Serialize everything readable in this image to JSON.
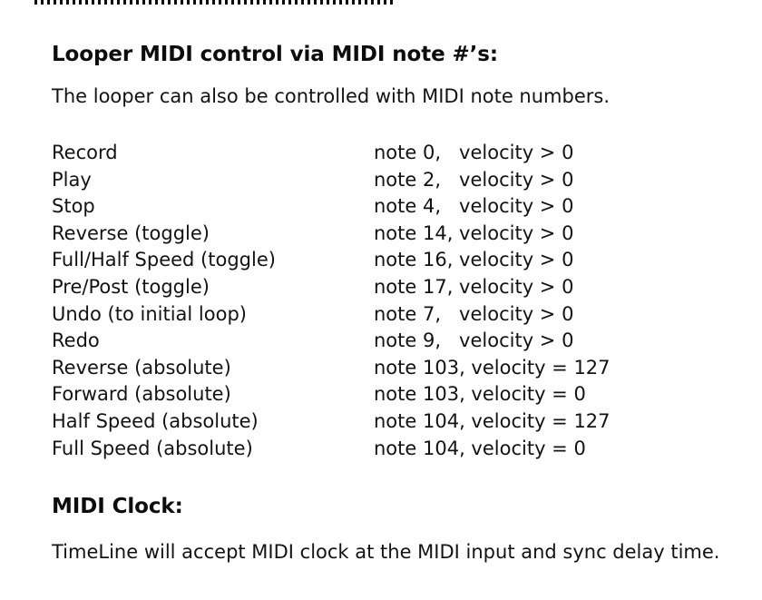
{
  "page": {
    "divider": "dotted-rule",
    "text_color": "#131313",
    "background_color": "#ffffff"
  },
  "looper_section": {
    "heading": "Looper MIDI control via MIDI note #’s:",
    "intro": "The looper can also be controlled with MIDI note numbers.",
    "rows": [
      {
        "action": "Record",
        "note": "note 0,   velocity > 0"
      },
      {
        "action": "Play",
        "note": "note 2,   velocity > 0"
      },
      {
        "action": "Stop",
        "note": "note 4,   velocity > 0"
      },
      {
        "action": "Reverse (toggle)",
        "note": "note 14, velocity > 0"
      },
      {
        "action": "Full/Half Speed (toggle)",
        "note": "note 16, velocity > 0"
      },
      {
        "action": "Pre/Post (toggle)",
        "note": "note 17, velocity > 0"
      },
      {
        "action": "Undo (to initial loop)",
        "note": "note 7,   velocity > 0"
      },
      {
        "action": "Redo",
        "note": "note 9,   velocity > 0"
      },
      {
        "action": "Reverse (absolute)",
        "note": "note 103, velocity = 127"
      },
      {
        "action": "Forward (absolute)",
        "note": "note 103, velocity = 0"
      },
      {
        "action": "Half Speed (absolute)",
        "note": "note 104, velocity = 127"
      },
      {
        "action": "Full Speed (absolute)",
        "note": "note 104, velocity = 0"
      }
    ]
  },
  "clock_section": {
    "heading": "MIDI Clock:",
    "body": "TimeLine will accept MIDI clock at the MIDI input and sync delay time."
  }
}
